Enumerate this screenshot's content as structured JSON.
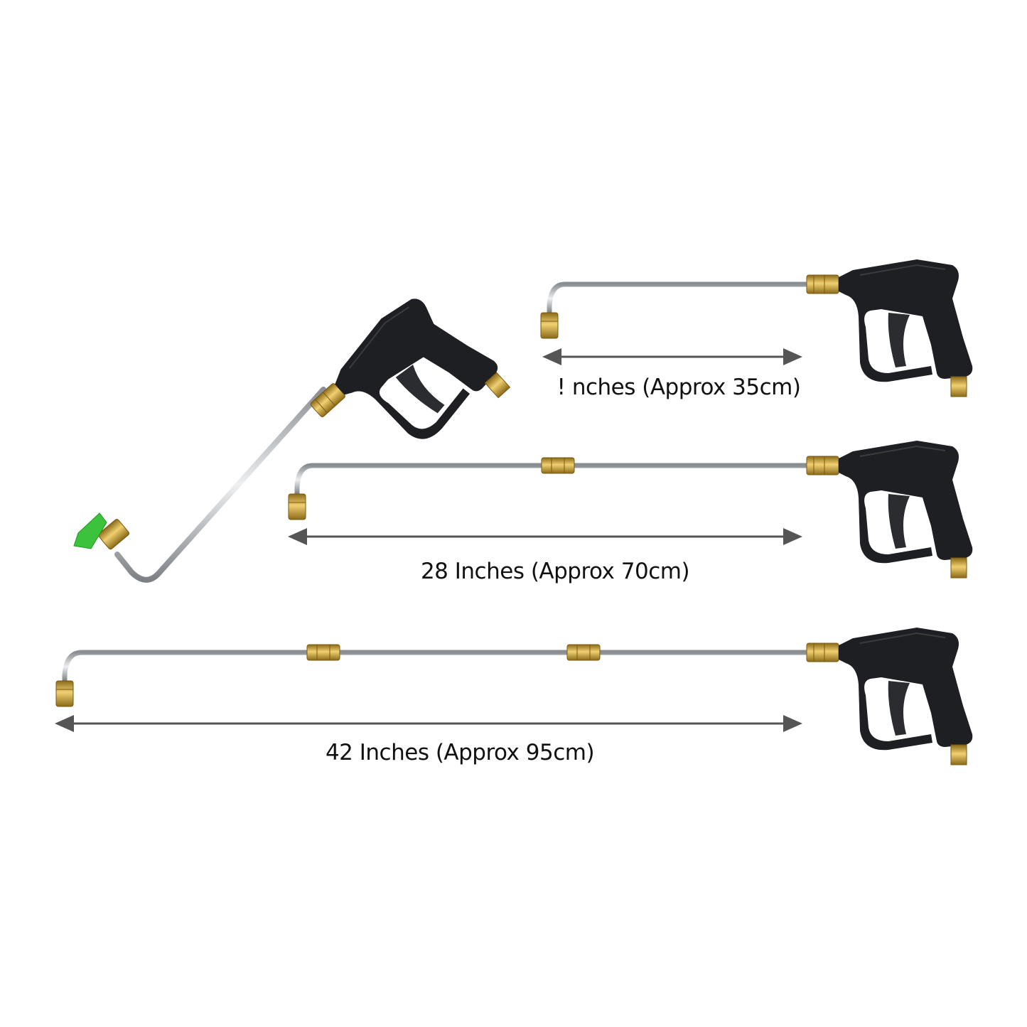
{
  "labels": {
    "short_wand": "! nches (Approx 35cm)",
    "medium_wand": "28 Inches (Approx 70cm)",
    "long_wand": "42 Inches (Approx 95cm)"
  },
  "colors": {
    "gun_body": "#1e1f22",
    "brass": "#c9a23a",
    "rod": "#b8bcc0",
    "nozzle": "#3cc23c",
    "arrow": "#555555"
  }
}
